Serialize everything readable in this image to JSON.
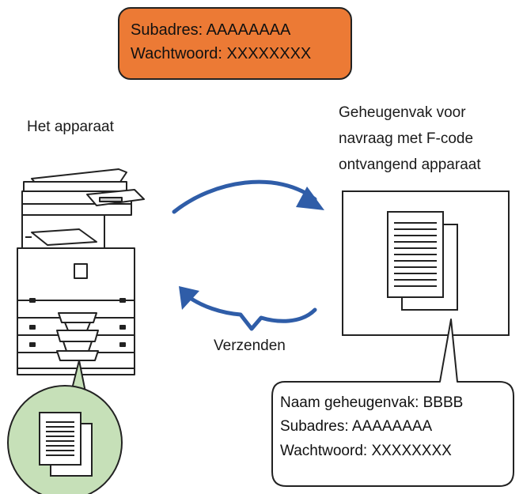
{
  "top_box": {
    "line1": "Subadres: AAAAAAAA",
    "line2": "Wachtwoord: XXXXXXXX",
    "fill_color": "#ec7a35"
  },
  "left": {
    "label": "Het apparaat"
  },
  "right": {
    "label_line1": "Geheugenvak voor",
    "label_line2": "navraag met F-code",
    "label_line3": "ontvangend apparaat"
  },
  "arrows": {
    "label": "Verzenden",
    "color": "#2f5da8"
  },
  "callout": {
    "line1": "Naam geheugenvak: BBBB",
    "line2": "Subadres: AAAAAAAA",
    "line3": "Wachtwoord: XXXXXXXX"
  },
  "circle": {
    "fill_color": "#c6e0b8"
  },
  "icons": {
    "machine": "multifunction-printer-icon",
    "document": "document-stack-icon"
  }
}
